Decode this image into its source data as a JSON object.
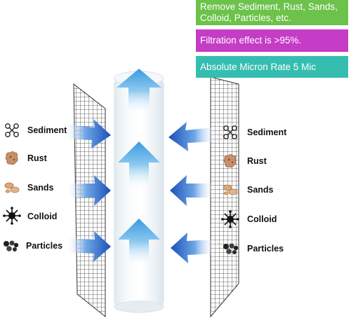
{
  "badges": [
    {
      "text": "Remove Sediment, Rust, Sands, Colloid, Particles, etc.",
      "color": "#6cc24a"
    },
    {
      "text": "Filtration effect is >95%.",
      "color": "#c53cc7"
    },
    {
      "text": "Absolute Micron Rate 5 Mic",
      "color": "#35bdb0"
    }
  ],
  "contaminants_left": [
    "Sediment",
    "Rust",
    "Sands",
    "Colloid",
    "Particles"
  ],
  "contaminants_right": [
    "Sediment",
    "Rust",
    "Sands",
    "Colloid",
    "Particles"
  ],
  "icons": [
    "sediment-icon",
    "rust-icon",
    "sands-icon",
    "colloid-icon",
    "particles-icon"
  ],
  "colors": {
    "arrow_blue": "#1d5fc0",
    "arrow_light_blue": "#4aa8e8",
    "cartridge": "#eef4f8",
    "mesh": "#333333"
  }
}
